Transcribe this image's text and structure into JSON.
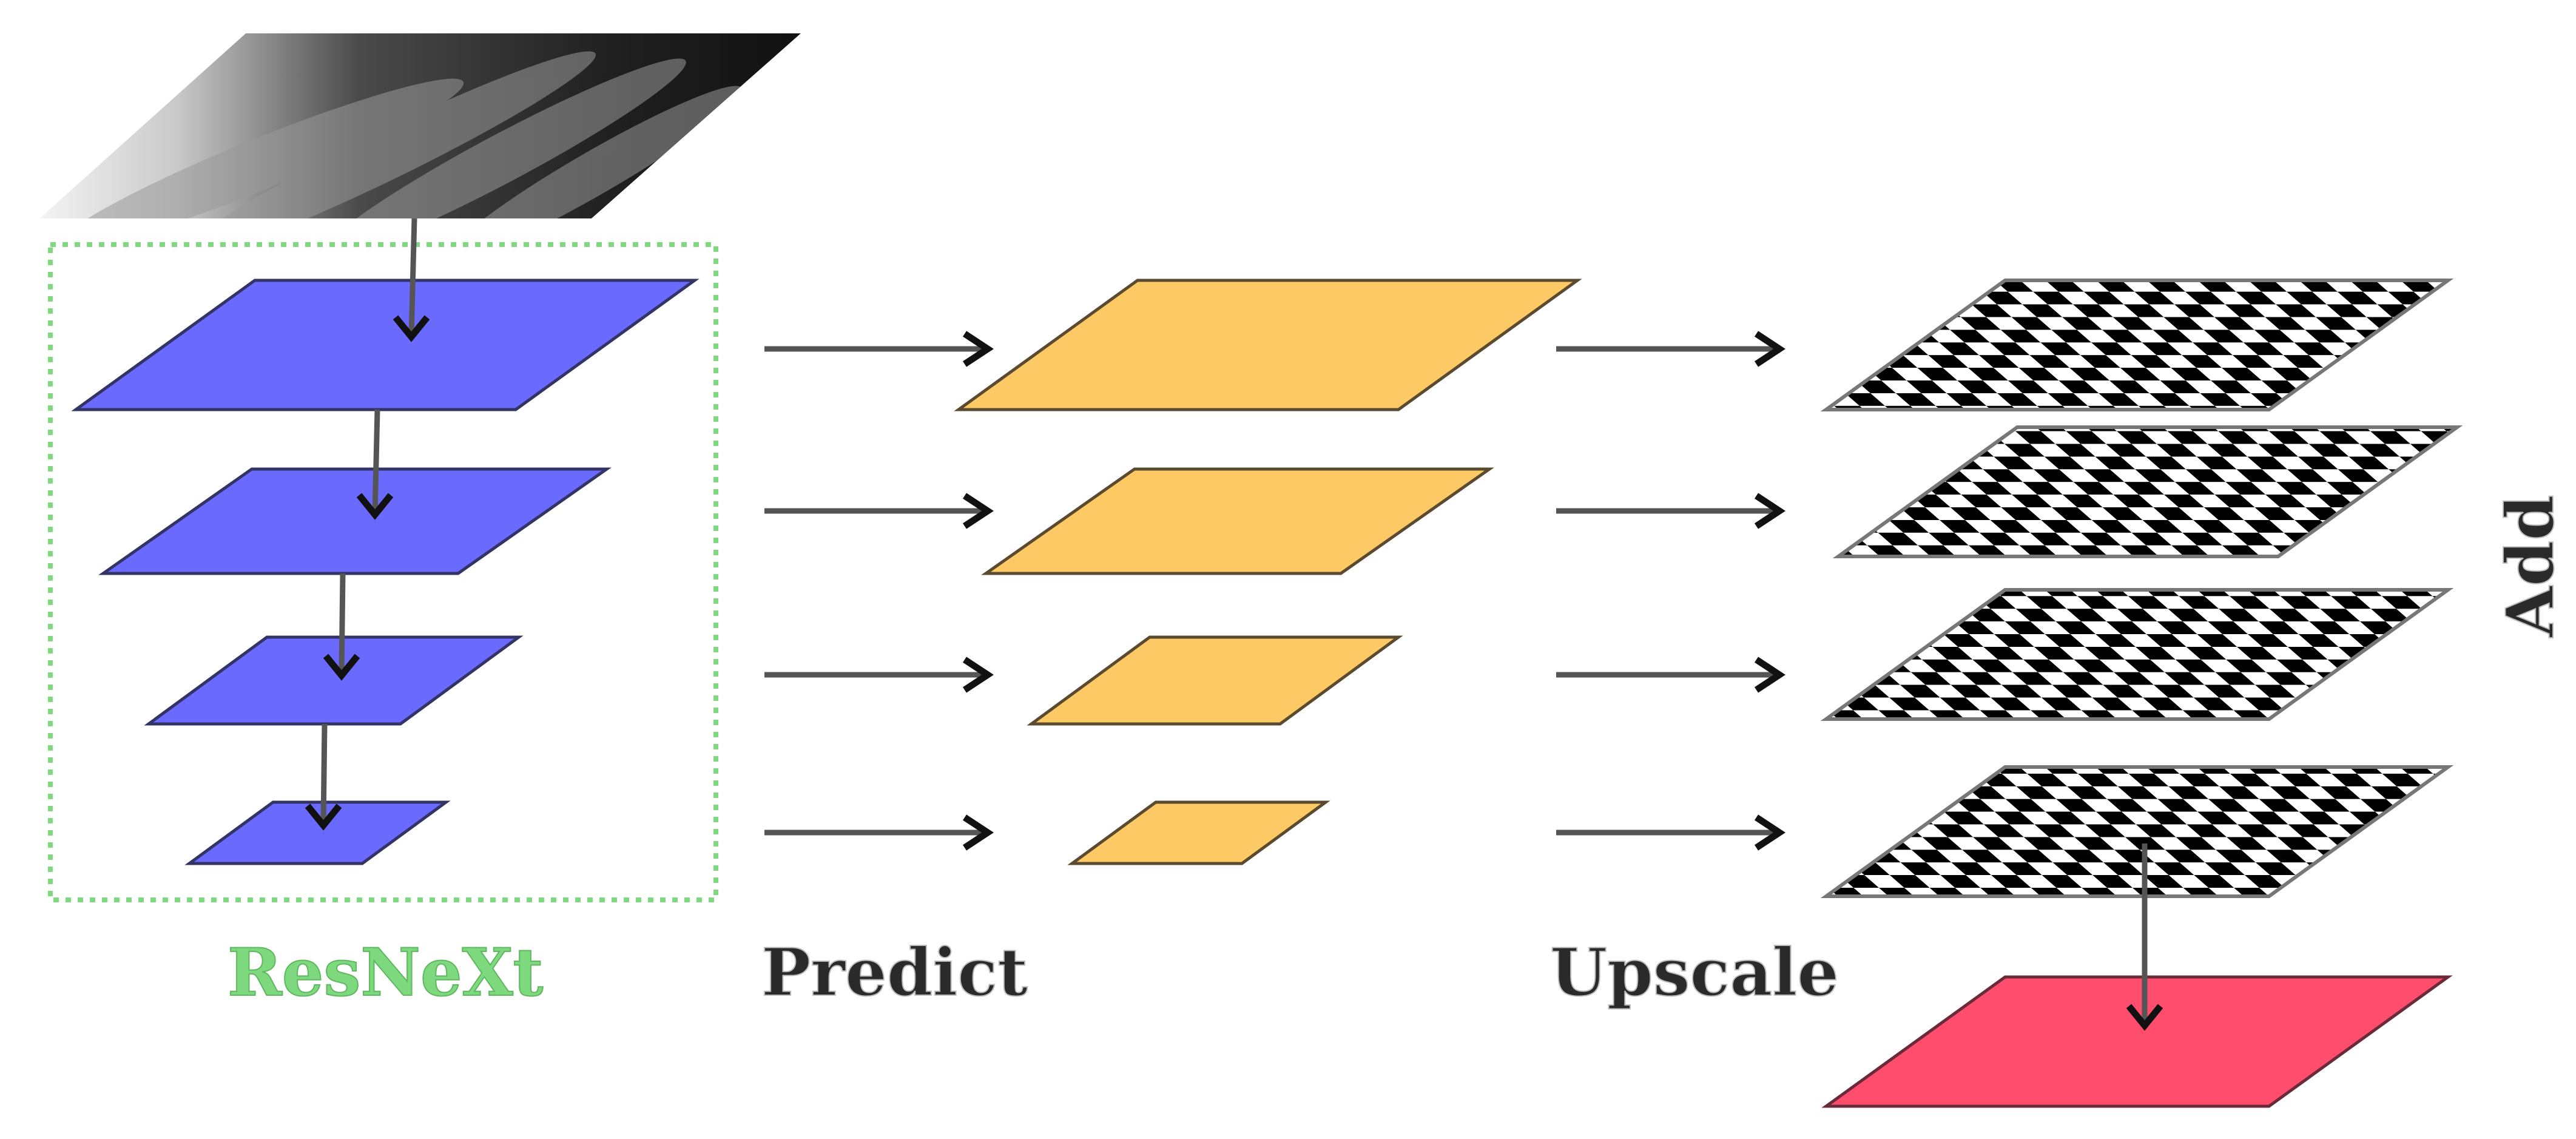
{
  "labels": {
    "backbone": "ResNeXt",
    "predict": "Predict",
    "upscale": "Upscale",
    "add": "Add"
  },
  "colors": {
    "backbone_fill": "#6a6aff",
    "prediction_fill": "#fdc964",
    "output_fill": "#ff4d6d",
    "dotted_box": "#7ed87e",
    "arrow": "#555555",
    "label_dark": "#2a2a2a",
    "checker_dark": "#000000",
    "checker_light": "#ffffff"
  },
  "icons": {
    "input_image": "grayscale-hand-photo",
    "flow_arrow": "right-arrow-icon",
    "down_arrow": "down-arrow-icon"
  }
}
